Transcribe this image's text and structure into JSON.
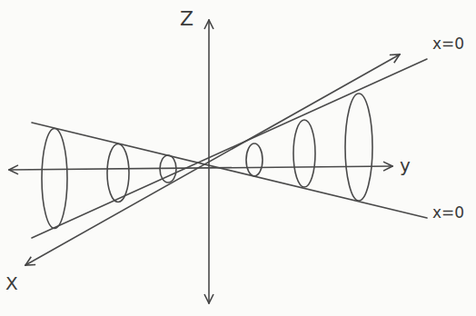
{
  "diagram": {
    "labels": [
      "Z",
      "y",
      "X",
      "x=0",
      "x=0"
    ]
  }
}
